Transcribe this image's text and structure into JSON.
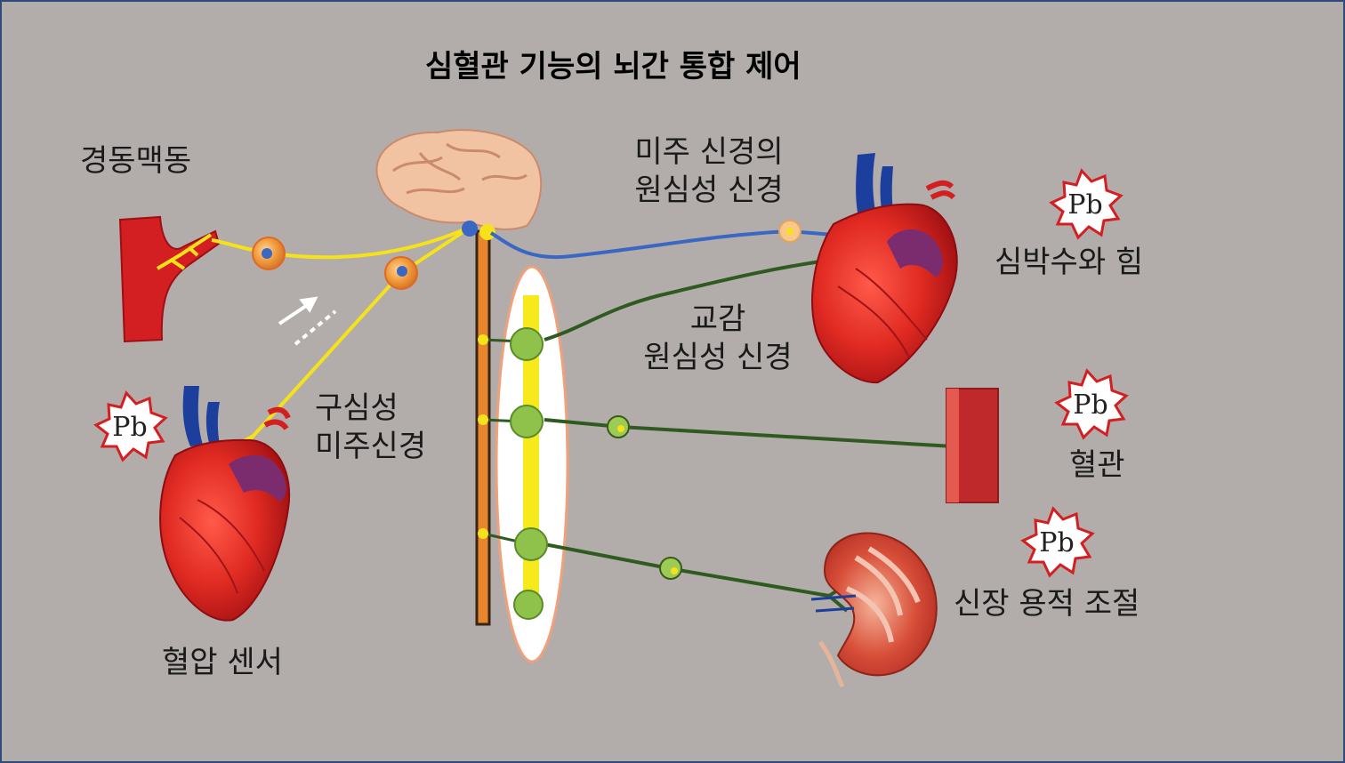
{
  "title": "심혈관 기능의 뇌간 통합 제어",
  "labels": {
    "carotid": "경동맥동",
    "vagal_efferent_line1": "미주 신경의",
    "vagal_efferent_line2": "원심성 신경",
    "heart_rate_force": "심박수와 힘",
    "sympathetic_line1": "교감",
    "sympathetic_line2": "원심성 신경",
    "afferent_line1": "구심성",
    "afferent_line2": "미주신경",
    "vessel": "혈관",
    "renal_volume": "신장 용적 조절",
    "baroreceptor": "혈압 센서"
  },
  "badges": {
    "pb": "Pb"
  },
  "colors": {
    "background": "#b2adab",
    "border": "#2f4b7c",
    "afferent_nerve": "#f5e21a",
    "parasympathetic_nerve": "#3a67c4",
    "sympathetic_nerve": "#2f5a20",
    "ganglion": "#8fc24a",
    "artery_red": "#d41f22",
    "vein_blue": "#1c3f9e",
    "brain": "#f1c3a3"
  }
}
